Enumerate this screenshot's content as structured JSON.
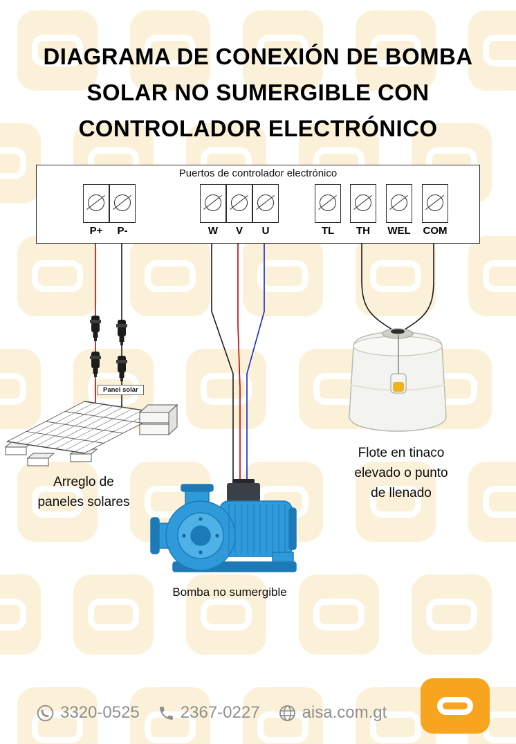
{
  "title": {
    "lines": [
      "DIAGRAMA DE CONEXIÓN DE BOMBA",
      "SOLAR NO SUMERGIBLE CON",
      "CONTROLADOR ELECTRÓNICO"
    ]
  },
  "controller": {
    "label": "Puertos de controlador electrónico",
    "terminals": [
      "P+",
      "P-",
      "W",
      "V",
      "U",
      "TL",
      "TH",
      "WEL",
      "COM"
    ]
  },
  "solar_panel": {
    "label": "Panel solar",
    "caption_lines": [
      "Arreglo de",
      "paneles solares"
    ]
  },
  "pump": {
    "caption": "Bomba no sumergible"
  },
  "tank": {
    "caption_lines": [
      "Flote en tinaco",
      "elevado o punto",
      "de llenado"
    ]
  },
  "footer": {
    "phone1": "3320-0525",
    "phone2": "2367-0227",
    "website": "aisa.com.gt"
  },
  "colors": {
    "wire_positive": "#c40000",
    "wire_negative": "#1b1b1b",
    "wire_w": "#1b1b1b",
    "wire_v": "#c40000",
    "wire_u": "#1526c8",
    "pump_blue": "#2e9ad9",
    "pump_blue_dark": "#1d7ab8",
    "float_yellow": "#f1b31c",
    "logo_orange": "#f7a41f",
    "watermark_cream": "#fbf1d9",
    "footer_gray": "#8f8f8f"
  }
}
